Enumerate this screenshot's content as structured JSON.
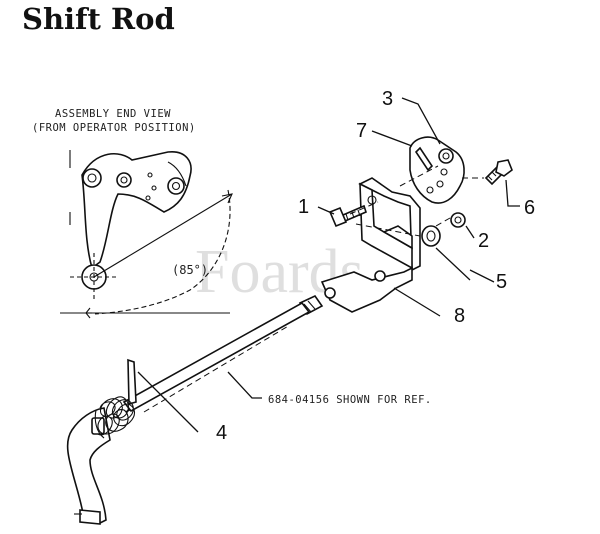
{
  "title": "Shift Rod",
  "inset": {
    "line1": "ASSEMBLY END VIEW",
    "line2": "(FROM OPERATOR POSITION)",
    "angle": "(85°)"
  },
  "note": "684-04156 SHOWN FOR REF.",
  "watermark": "Foards",
  "callouts": [
    "1",
    "2",
    "3",
    "4",
    "5",
    "6",
    "7",
    "8"
  ]
}
